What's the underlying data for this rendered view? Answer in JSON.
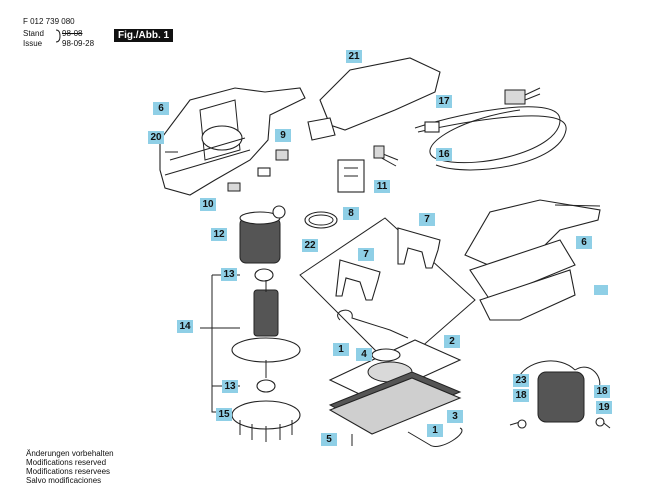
{
  "header": {
    "doc_number": "F 012 739 080",
    "stand_label": "Stand",
    "stand_value": "98-08",
    "issue_label": "Issue",
    "issue_value": "98-09-28",
    "figure_label": "Fig./Abb. 1"
  },
  "notes": [
    "Änderungen vorbehalten",
    "Modifications reserved",
    "Modifications reservees",
    "Salvo modificaciones"
  ],
  "callouts": {
    "c6a": "6",
    "c20": "20",
    "c9": "9",
    "c10": "10",
    "c21": "21",
    "c17": "17",
    "c16": "16",
    "c11": "11",
    "c8": "8",
    "c12": "12",
    "c22": "22",
    "c7a": "7",
    "c7b": "7",
    "c6b": "6",
    "c13a": "13",
    "c14": "14",
    "c1a": "1",
    "c4": "4",
    "c2": "2",
    "c13b": "13",
    "c15": "15",
    "c3": "3",
    "c5": "5",
    "c1b": "1",
    "c23": "23",
    "c18a": "18",
    "c18b": "18",
    "c19": "19"
  },
  "colors": {
    "callout_bg": "#8fcfe6",
    "badge_bg": "#111111"
  }
}
